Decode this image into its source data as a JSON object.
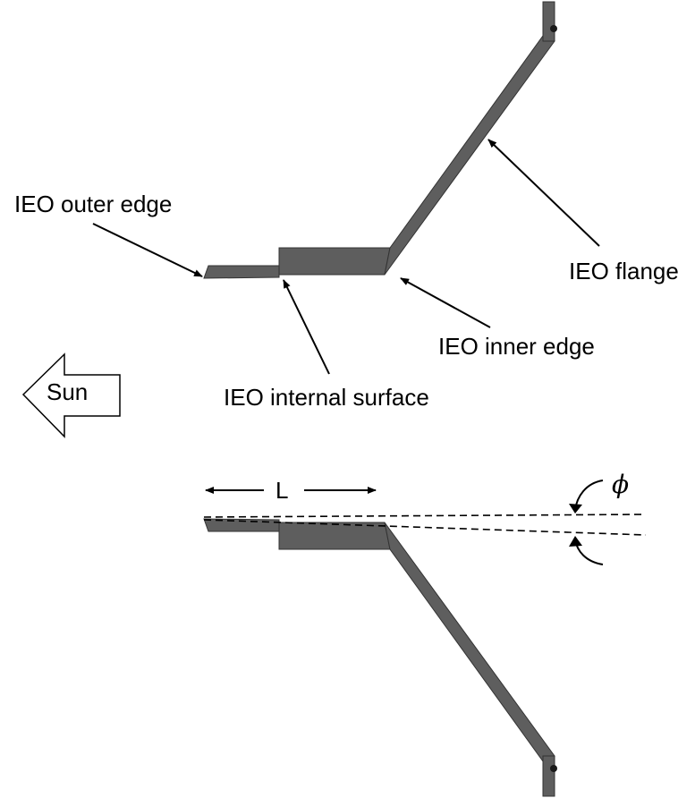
{
  "labels": {
    "outer_edge": "IEO outer edge",
    "flange": "IEO flange",
    "inner_edge": "IEO inner edge",
    "internal_surface": "IEO internal surface",
    "sun": "Sun",
    "length": "L",
    "angle": "ϕ"
  },
  "colors": {
    "part_fill": "#5e5e5e",
    "line": "#000000",
    "background": "#ffffff"
  }
}
